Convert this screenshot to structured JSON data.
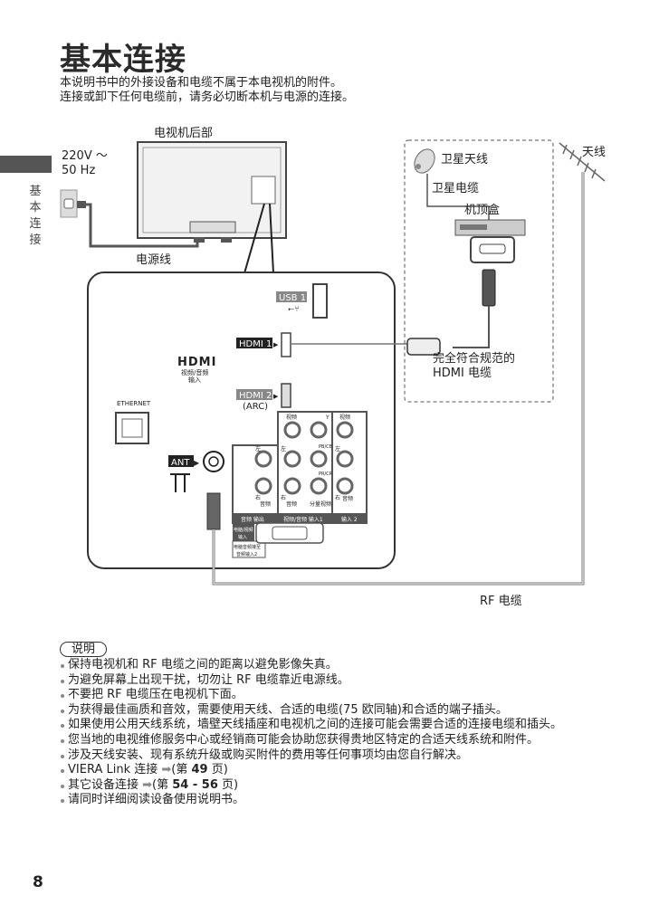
{
  "title": "基本连接",
  "intro": [
    "本说明书中的外接设备和电缆不属于本电视机的附件。",
    "连接或卸下任何电缆前，请务必切断本机与电源的连接。"
  ],
  "side_tab": "基本连接",
  "diagram": {
    "tv_rear": "电视机后部",
    "power_voltage": "220V ～",
    "power_freq": "50 Hz",
    "power_cord": "电源线",
    "usb": "USB 1",
    "hdmi1": "HDMI 1",
    "hdmi2": "HDMI 2",
    "arc": "(ARC)",
    "hdmi_logo": "HDMI",
    "hdmi_av_in_1": "视频/音频",
    "hdmi_av_in_2": "输入",
    "ethernet": "ETHERNET",
    "ant": "ANT",
    "jacks": {
      "video": "视频",
      "y": "Y",
      "pb": "PB/CB",
      "pr": "PR/CR",
      "left": "左",
      "right": "右",
      "audio": "音频",
      "component": "分量视频",
      "audio_out": "音频 输出",
      "av_in1": "视频/音频 输入1",
      "av_in2_a": "视频/音频",
      "av_in2_b": "输入 2",
      "pc_in_a": "电脑/视频",
      "pc_in_b": "输入",
      "pc_audio_a": "电脑音频接至",
      "pc_audio_b": "音频输入2"
    },
    "satellite_antenna": "卫星天线",
    "satellite_cable": "卫星电缆",
    "set_top_box": "机顶盒",
    "antenna": "天线",
    "hdmi_cable_1": "完全符合规范的",
    "hdmi_cable_2": "HDMI 电缆",
    "rf_cable": "RF 电缆"
  },
  "notes": {
    "heading": "说明",
    "items": [
      "保持电视机和 RF 电缆之间的距离以避免影像失真。",
      "为避免屏幕上出现干扰，切勿让 RF 电缆靠近电源线。",
      "不要把 RF 电缆压在电视机下面。",
      "为获得最佳画质和音效，需要使用天线、合适的电缆(75 欧同轴)和合适的端子插头。",
      "如果使用公用天线系统，墙壁天线插座和电视机之间的连接可能会需要合适的连接电缆和插头。",
      "您当地的电视维修服务中心或经销商可能会协助您获得贵地区特定的合适天线系统和附件。",
      "涉及天线安装、现有系统升级或购买附件的费用等任何事项均由您自行解决。"
    ],
    "link1": {
      "text": "VIERA Link 连接 ",
      "arrow": "➡",
      "pre": "(第 ",
      "page": "49",
      "post": " 页)"
    },
    "link2": {
      "text": "其它设备连接 ",
      "arrow": "➡",
      "pre": "(第 ",
      "page": "54 - 56",
      "post": " 页)"
    },
    "last": "请同时详细阅读设备使用说明书。"
  },
  "page_number": "8"
}
